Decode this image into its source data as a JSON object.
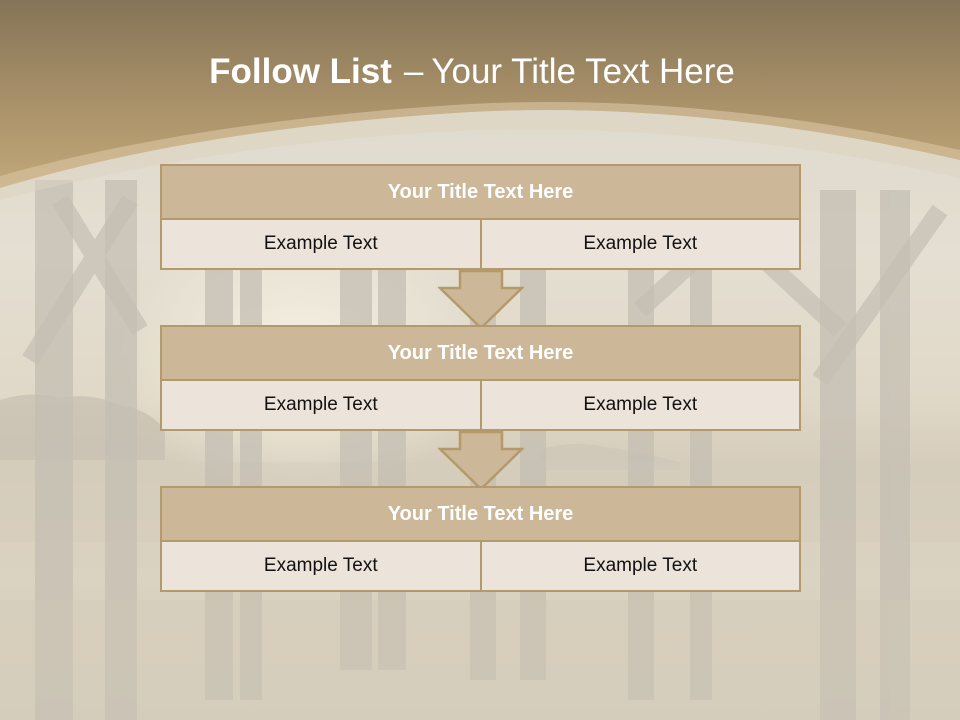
{
  "slide": {
    "title_bold": "Follow List",
    "title_dash": "–",
    "title_rest": "Your Title Text Here"
  },
  "colors": {
    "header_top": "#857458",
    "header_bottom": "#c2a87a",
    "block_title_fill": "#ccb898",
    "block_border": "#b49a6a",
    "cell_fill": "#ece4da"
  },
  "blocks": [
    {
      "title": "Your Title Text Here",
      "left": "Example Text",
      "right": "Example Text"
    },
    {
      "title": "Your Title Text Here",
      "left": "Example Text",
      "right": "Example Text"
    },
    {
      "title": "Your Title Text Here",
      "left": "Example Text",
      "right": "Example Text"
    }
  ],
  "connectors": [
    "down-arrow-icon",
    "down-arrow-icon"
  ]
}
